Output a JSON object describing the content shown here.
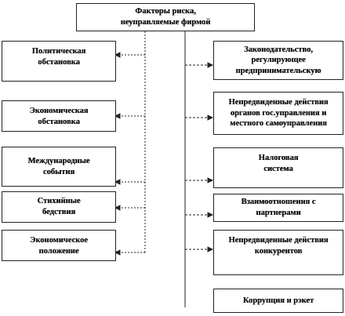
{
  "diagram": {
    "root": "Факторы риска,\nнеуправляемые фирмой",
    "left_factors": [
      "Политическая\nобстановка",
      "Экономическая\nобстановка",
      "Международные\nсобытия",
      "Стихийные\nбедствия",
      "Экономическое\nположение"
    ],
    "right_factors": [
      "Законодательство,\nрегулирующее\nпредпринимательскую",
      "Непредвиденные  действия\nорганов гос.управления и\nместного самоуправления",
      "Налоговая\nсистема",
      "Взаимоотношения  с\nпартнерами",
      "Непредвиденные  действия\nконкурентов",
      "Коррупция и рэкет"
    ],
    "colors": {
      "line": "#222222",
      "text": "#111111"
    }
  }
}
